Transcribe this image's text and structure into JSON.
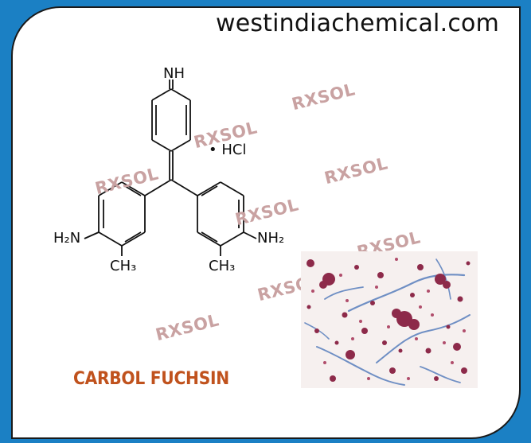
{
  "site": "westindiachemical.com",
  "labels": {
    "nh": "NH",
    "hcl": "• HCl",
    "left_amine": "H₂N",
    "right_amine": "NH₂",
    "left_methyl": "CH₃",
    "right_methyl": "CH₃"
  },
  "watermark": "RXSOL",
  "product_name": "CARBOL FUCHSIN",
  "colors": {
    "background": "#1b80c4",
    "title": "#c0521d",
    "watermark": "#c9a2a2"
  }
}
